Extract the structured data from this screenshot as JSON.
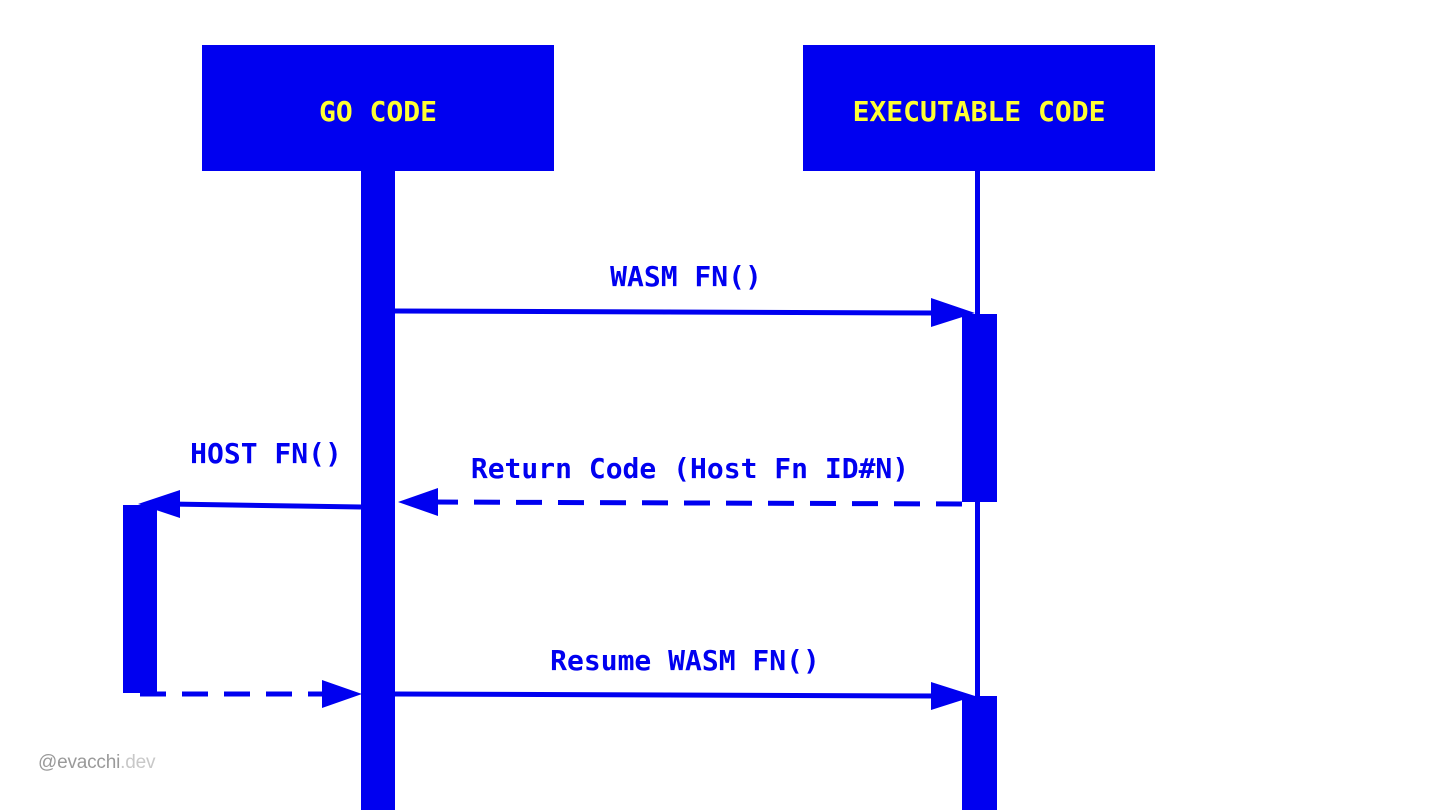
{
  "diagram": {
    "colors": {
      "primary": "#0000f0",
      "actor_text": "#ffff33",
      "background": "#ffffff"
    },
    "actors": {
      "left": {
        "label": "GO CODE"
      },
      "right": {
        "label": "EXECUTABLE CODE"
      }
    },
    "messages": {
      "wasm_fn": {
        "label": "WASM FN()"
      },
      "return_code": {
        "label": "Return Code (Host Fn ID#N)"
      },
      "host_fn": {
        "label": "HOST FN()"
      },
      "resume": {
        "label": "Resume WASM FN()"
      }
    }
  },
  "footer": {
    "handle": "@evacchi",
    "domain": ".dev"
  }
}
